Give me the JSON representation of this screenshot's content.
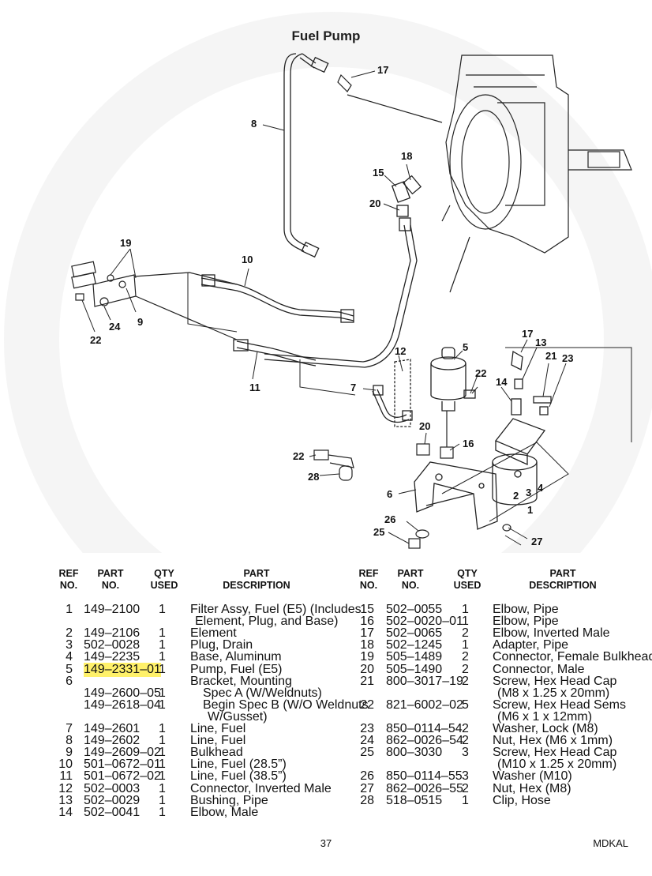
{
  "page": {
    "title": "Fuel Pump",
    "page_number": "37",
    "doc_code": "MDKAL"
  },
  "callouts": [
    "17",
    "8",
    "18",
    "15",
    "20",
    "19",
    "10",
    "9",
    "24",
    "22",
    "12",
    "5",
    "22",
    "17",
    "13",
    "21",
    "23",
    "14",
    "7",
    "11",
    "20",
    "16",
    "22",
    "28",
    "6",
    "2",
    "3",
    "4",
    "1",
    "26",
    "25",
    "27"
  ],
  "headers": {
    "ref": [
      "REF",
      "NO."
    ],
    "part": [
      "PART",
      "NO."
    ],
    "qty": [
      "QTY",
      "USED"
    ],
    "desc": [
      "PART",
      "DESCRIPTION"
    ]
  },
  "left_rows": [
    {
      "ref": "1",
      "part": "149–2100",
      "qty": "1",
      "desc": "Filter Assy, Fuel (E5) (Includes"
    },
    {
      "ref": "",
      "part": "",
      "qty": "",
      "desc": "Element, Plug, and Base)"
    },
    {
      "ref": "2",
      "part": "149–2106",
      "qty": "1",
      "desc": "Element"
    },
    {
      "ref": "3",
      "part": "502–0028",
      "qty": "1",
      "desc": "Plug, Drain"
    },
    {
      "ref": "4",
      "part": "149–2235",
      "qty": "1",
      "desc": "Base, Aluminum"
    },
    {
      "ref": "5",
      "part": "149–2331–01",
      "qty": "1",
      "desc": "Pump, Fuel (E5)",
      "highlight": true
    },
    {
      "ref": "6",
      "part": "",
      "qty": "",
      "desc": "Bracket, Mounting"
    },
    {
      "ref": "",
      "part": "149–2600–05",
      "qty": "1",
      "desc": "Spec A (W/Weldnuts)"
    },
    {
      "ref": "",
      "part": "149–2618–04",
      "qty": "1",
      "desc": "Begin Spec B (W/O Weldnuts"
    },
    {
      "ref": "",
      "part": "",
      "qty": "",
      "desc": "W/Gusset)"
    },
    {
      "ref": "7",
      "part": "149–2601",
      "qty": "1",
      "desc": "Line, Fuel"
    },
    {
      "ref": "8",
      "part": "149–2602",
      "qty": "1",
      "desc": "Line, Fuel"
    },
    {
      "ref": "9",
      "part": "149–2609–02",
      "qty": "1",
      "desc": "Bulkhead"
    },
    {
      "ref": "10",
      "part": "501–0672–01",
      "qty": "1",
      "desc": "Line, Fuel (28.5”)"
    },
    {
      "ref": "11",
      "part": "501–0672–02",
      "qty": "1",
      "desc": "Line, Fuel (38.5”)"
    },
    {
      "ref": "12",
      "part": "502–0003",
      "qty": "1",
      "desc": "Connector, Inverted Male"
    },
    {
      "ref": "13",
      "part": "502–0029",
      "qty": "1",
      "desc": "Bushing, Pipe"
    },
    {
      "ref": "14",
      "part": "502–0041",
      "qty": "1",
      "desc": "Elbow, Male"
    }
  ],
  "right_rows": [
    {
      "ref": "15",
      "part": "502–0055",
      "qty": "1",
      "desc": "Elbow, Pipe"
    },
    {
      "ref": "16",
      "part": "502–0020–01",
      "qty": "1",
      "desc": "Elbow, Pipe"
    },
    {
      "ref": "17",
      "part": "502–0065",
      "qty": "2",
      "desc": "Elbow, Inverted Male"
    },
    {
      "ref": "18",
      "part": "502–1245",
      "qty": "1",
      "desc": "Adapter, Pipe"
    },
    {
      "ref": "19",
      "part": "505–1489",
      "qty": "2",
      "desc": "Connector, Female Bulkhead"
    },
    {
      "ref": "20",
      "part": "505–1490",
      "qty": "2",
      "desc": "Connector, Male"
    },
    {
      "ref": "21",
      "part": "800–3017–19",
      "qty": "2",
      "desc": "Screw, Hex Head Cap"
    },
    {
      "ref": "",
      "part": "",
      "qty": "",
      "desc": "(M8 x 1.25 x 20mm)"
    },
    {
      "ref": "22",
      "part": "821–6002–02",
      "qty": "5",
      "desc": "Screw, Hex Head Sems"
    },
    {
      "ref": "",
      "part": "",
      "qty": "",
      "desc": "(M6 x 1 x 12mm)"
    },
    {
      "ref": "23",
      "part": "850–0114–54",
      "qty": "2",
      "desc": "Washer, Lock (M8)"
    },
    {
      "ref": "24",
      "part": "862–0026–54",
      "qty": "2",
      "desc": "Nut, Hex (M6 x 1mm)"
    },
    {
      "ref": "25",
      "part": "800–3030",
      "qty": "3",
      "desc": "Screw, Hex Head Cap"
    },
    {
      "ref": "",
      "part": "",
      "qty": "",
      "desc": "(M10 x 1.25 x 20mm)"
    },
    {
      "ref": "26",
      "part": "850–0114–55",
      "qty": "3",
      "desc": "Washer (M10)"
    },
    {
      "ref": "27",
      "part": "862–0026–55",
      "qty": "2",
      "desc": "Nut, Hex (M8)"
    },
    {
      "ref": "28",
      "part": "518–0515",
      "qty": "1",
      "desc": "Clip, Hose"
    }
  ]
}
